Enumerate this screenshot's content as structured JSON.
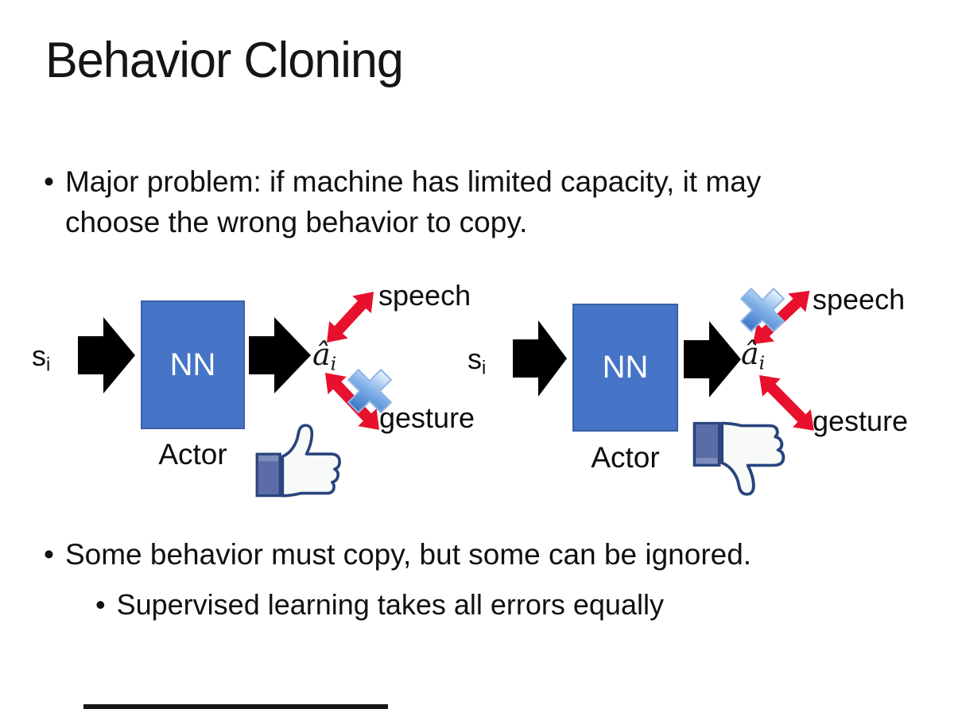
{
  "slide_title": "Behavior Cloning",
  "bullet_char": "•",
  "bullets": {
    "major_problem": "Major problem: if machine has limited capacity, it may choose the wrong behavior to copy.",
    "some_behavior": "Some behavior must copy, but some can be ignored.",
    "supervised": "Supervised learning takes all errors equally"
  },
  "diagram": {
    "left": {
      "input_base": "s",
      "input_sub": "i",
      "nn_label": "NN",
      "actor_label": "Actor",
      "output_base": "â",
      "output_sub": "i",
      "speech_label": "speech",
      "gesture_label": "gesture",
      "crossed_out": "gesture",
      "verdict_icon": "thumbs-up"
    },
    "right": {
      "input_base": "s",
      "input_sub": "i",
      "nn_label": "NN",
      "actor_label": "Actor",
      "output_base": "â",
      "output_sub": "i",
      "speech_label": "speech",
      "gesture_label": "gesture",
      "crossed_out": "speech",
      "verdict_icon": "thumbs-down"
    }
  },
  "colors": {
    "background": "#FFFFFF",
    "text": "#111111",
    "nn_box_fill": "#4674C6",
    "nn_box_border": "#3A61A5",
    "nn_text": "#FFFFFF",
    "flow_arrow": "#000000",
    "relation_arrow_red": "#E8112D",
    "cross_gradient_light": "#EAF3FC",
    "cross_gradient_dark": "#3570C4",
    "thumb_outline": "#29447E",
    "thumb_cuff": "#5B6CA6",
    "thumb_fill": "#F8FAF7"
  }
}
